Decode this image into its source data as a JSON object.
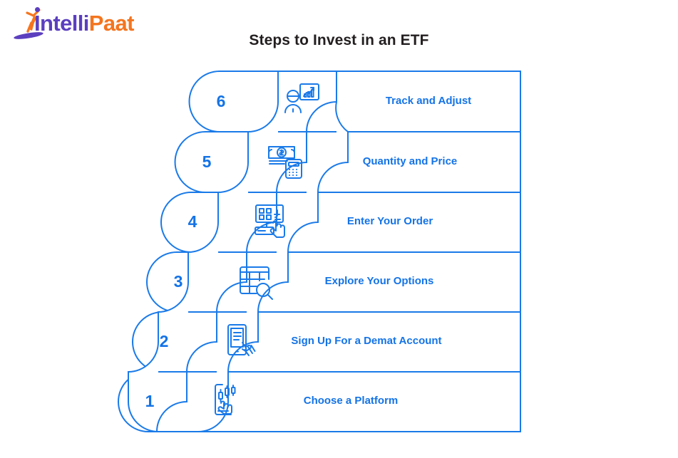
{
  "brand": {
    "name_part_1": "Intelli",
    "name_part_2": "Paat",
    "figure_icon": "person-jumping-icon"
  },
  "title": "Steps to Invest in an ETF",
  "theme": {
    "accent_blue": "#1473e6",
    "line_blue": "#1a7ae8",
    "title_black": "#231f20",
    "logo_purple": "#5b3fbf",
    "logo_orange": "#f4751f",
    "background": "#ffffff"
  },
  "diagram": {
    "type": "staircase-step-list",
    "orientation": "bottom-to-top",
    "step_count": 6,
    "steps": [
      {
        "number": "6",
        "label": "Track and Adjust",
        "icon": "person-presentation-chart-icon",
        "row": 1
      },
      {
        "number": "5",
        "label": "Quantity and Price",
        "icon": "banknote-calculator-icon",
        "row": 2
      },
      {
        "number": "4",
        "label": "Enter Your Order",
        "icon": "keypad-pound-hand-icon",
        "row": 3
      },
      {
        "number": "3",
        "label": "Explore Your Options",
        "icon": "table-magnifier-icon",
        "row": 4
      },
      {
        "number": "2",
        "label": "Sign Up For a Demat Account",
        "icon": "mobile-document-hand-icon",
        "row": 5
      },
      {
        "number": "1",
        "label": "Choose a Platform",
        "icon": "candlestick-mobile-hand-icon",
        "row": 6
      }
    ]
  }
}
